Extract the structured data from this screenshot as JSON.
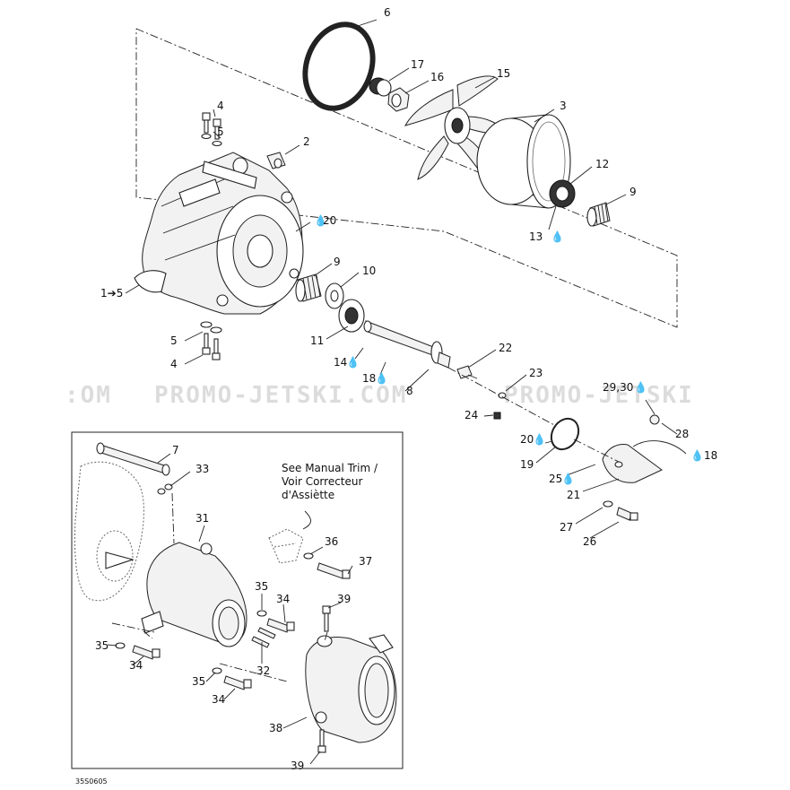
{
  "watermark": {
    "left": ":OM",
    "middle": "PROMO-JETSKI.COM",
    "right": "PROMO-JETSKI"
  },
  "note": {
    "line1": "See Manual Trim /",
    "line2": "Voir Correcteur",
    "line3": "d'Assiètte"
  },
  "doc_code": "35S0605",
  "callouts": {
    "c6": "6",
    "c17": "17",
    "c16": "16",
    "c15": "15",
    "c3": "3",
    "c4a": "4",
    "c5a": "5",
    "c2": "2",
    "c12": "12",
    "c9a": "9",
    "c13": "13",
    "c20a": "20",
    "c9b": "9",
    "c10": "10",
    "c1to5": "1➔5",
    "c11": "11",
    "c5b": "5",
    "c4b": "4",
    "c14": "14",
    "c18a": "18",
    "c8": "8",
    "c22": "22",
    "c23": "23",
    "c2930": "29,30",
    "c24": "24",
    "c28": "28",
    "c20b": "20",
    "c18b": "18",
    "c19": "19",
    "c25": "25",
    "c21": "21",
    "c27": "27",
    "c26": "26",
    "c7": "7",
    "c33": "33",
    "c31": "31",
    "c36": "36",
    "c37": "37",
    "c35a": "35",
    "c34a": "34",
    "c39a": "39",
    "c35b": "35",
    "c34b": "34",
    "c32": "32",
    "c35c": "35",
    "c34c": "34",
    "c38": "38",
    "c39b": "39"
  },
  "icons": {
    "lubricant": "lubricant-drop-icon",
    "arrow": "right-arrow-icon"
  }
}
